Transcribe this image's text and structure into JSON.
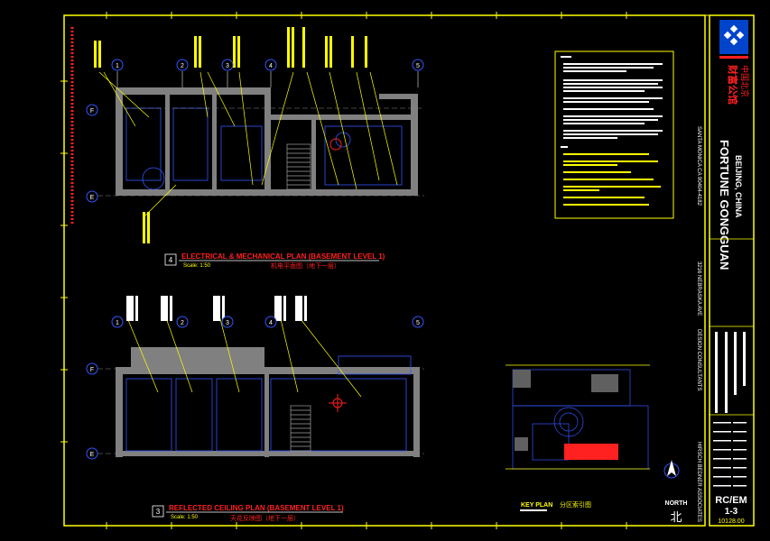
{
  "colors": {
    "background": "#000000",
    "frame": "#ffff00",
    "wall": "#808080",
    "line_blue": "#3355ff",
    "leader": "#ffff00",
    "red": "#ff2020",
    "cyan": "#00e5ff",
    "title_red": "#ff2020",
    "title_white": "#ffffff"
  },
  "plan_4": {
    "number": "4",
    "title": "ELECTRICAL & MECHANICAL PLAN (BASEMENT LEVEL 1)",
    "scale": "Scale: 1:50",
    "title_cn": "机电平面图（地下一层）"
  },
  "plan_3": {
    "number": "3",
    "title": "REFLECTED CEILING PLAN (BASEMENT LEVEL 1)",
    "scale": "Scale: 1:50",
    "title_cn": "天花反映图（地下一层）"
  },
  "key_plan": {
    "title": "KEY PLAN",
    "title_cn": "分区索引图",
    "north": "NORTH",
    "north_cn": "北"
  },
  "grid_labels_top": [
    "1",
    "2",
    "3",
    "4",
    "5"
  ],
  "grid_labels_side": [
    "F",
    "E"
  ],
  "title_block": {
    "project": "FORTUNE GONGGUAN",
    "project_cn": "财富公馆",
    "location": "BEIJING, CHINA",
    "location_cn": "中国北京",
    "consultants": "DESIGN CONSULTANTS",
    "associates": "HIRSCH BEDNER ASSOCIATES",
    "address": "3216 NEBRASKA AVE",
    "city": "SANTA MONICA CA 90404-4182",
    "sheet": "RC/EM",
    "sheet_num": "1-3",
    "job_no": "10128.00"
  }
}
